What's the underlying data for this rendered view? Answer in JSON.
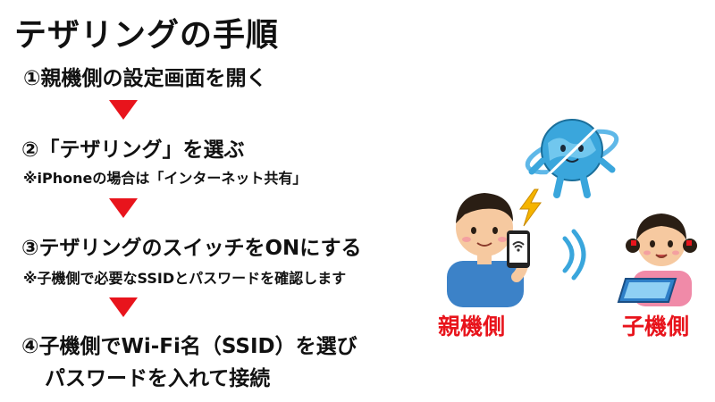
{
  "title": "テザリングの手順",
  "steps": [
    {
      "text": "①親機側の設定画面を開く"
    },
    {
      "text": "②「テザリング」を選ぶ",
      "note": "※iPhoneの場合は「インターネット共有」"
    },
    {
      "text": "③テザリングのスイッチをONにする",
      "note": "※子機側で必要なSSIDとパスワードを確認します"
    },
    {
      "text": "④子機側でWi-Fi名（SSID）を選び",
      "text2": "パスワードを入れて接続"
    }
  ],
  "illustration": {
    "parent_label": "親機側",
    "child_label": "子機側",
    "icons": [
      "internet-globe-icon",
      "lightning-icon",
      "smartphone-wifi-icon",
      "wifi-signal-icon",
      "tablet-icon"
    ]
  },
  "colors": {
    "accent": "#e8141c",
    "text": "#111111"
  }
}
